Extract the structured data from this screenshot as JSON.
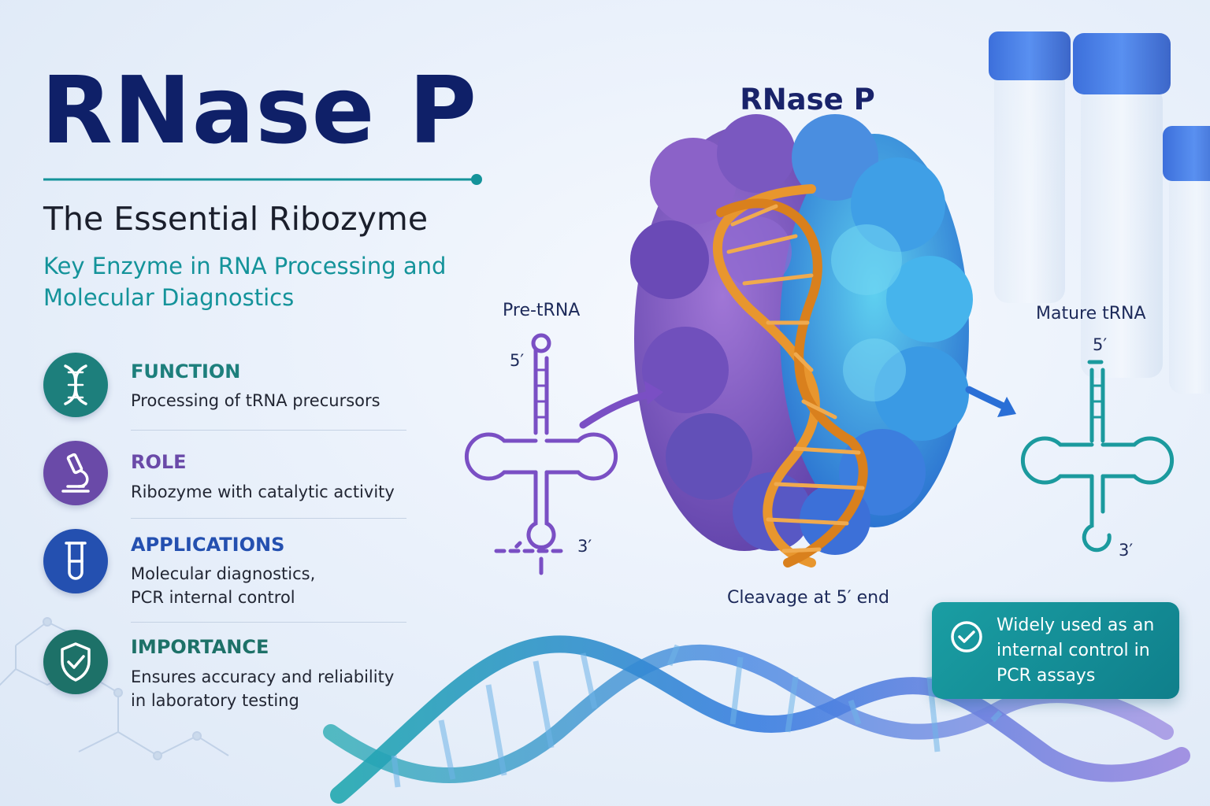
{
  "title": "RNase P",
  "subtitle": "The Essential Ribozyme",
  "tagline": "Key Enzyme in RNA Processing and Molecular Diagnostics",
  "items": [
    {
      "heading": "FUNCTION",
      "lines": [
        "Processing of tRNA precursors"
      ],
      "icon": "dna-icon",
      "color": "#1d7f7c"
    },
    {
      "heading": "ROLE",
      "lines": [
        "Ribozyme with catalytic activity"
      ],
      "icon": "microscope-icon",
      "color": "#6a4aa8"
    },
    {
      "heading": "APPLICATIONS",
      "lines": [
        "Molecular diagnostics,",
        "PCR internal control"
      ],
      "icon": "test-tube-icon",
      "color": "#2450b0"
    },
    {
      "heading": "IMPORTANCE",
      "lines": [
        "Ensures accuracy and reliability",
        "in laboratory testing"
      ],
      "icon": "shield-check-icon",
      "color": "#1d7168"
    }
  ],
  "diagram": {
    "title": "RNase P",
    "pre_label": "Pre-tRNA",
    "pre_5": "5′",
    "pre_3": "3′",
    "mature_label": "Mature tRNA",
    "mature_5": "5′",
    "mature_3": "3′",
    "caption": "Cleavage at 5′ end"
  },
  "callout": {
    "text": "Widely used as an internal control in PCR assays",
    "icon": "check-circle-icon"
  },
  "colors": {
    "navy": "#0f2068",
    "teal": "#14939a",
    "purple": "#7a4fc4",
    "blue": "#2a6fd6",
    "orange": "#e8962e"
  }
}
